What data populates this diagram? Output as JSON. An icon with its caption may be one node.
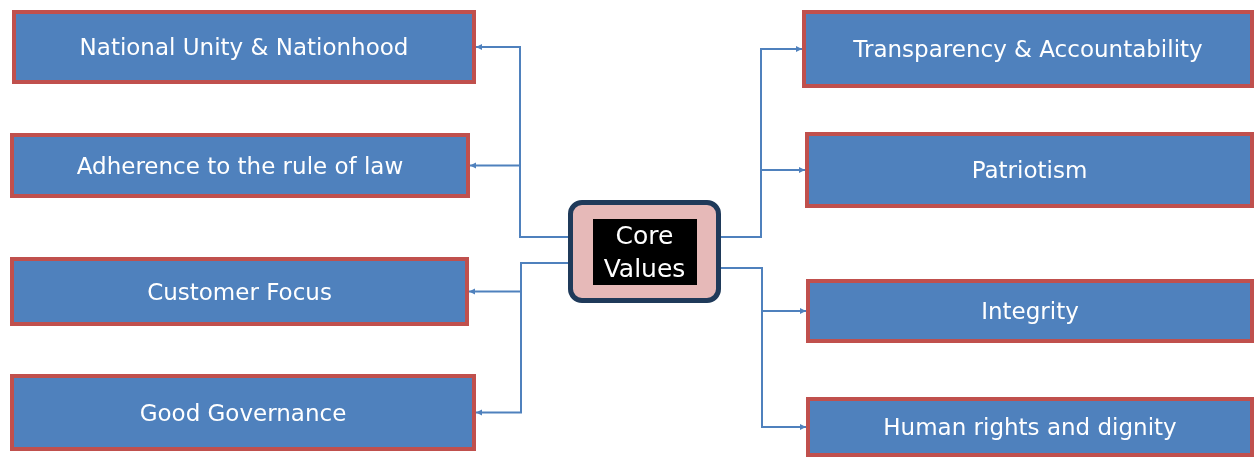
{
  "diagram": {
    "nodes": [
      {
        "text": [
          "Core Values"
        ]
      },
      {
        "text": [
          "National Unity & Nationhood"
        ]
      },
      {
        "text": [
          "Adherence to the rule of law"
        ]
      },
      {
        "text": [
          "Customer Focus"
        ]
      },
      {
        "text": [
          "Good Governance"
        ]
      },
      {
        "text": [
          "Transparency & Accountability"
        ]
      },
      {
        "text": [
          "Patriotism"
        ]
      },
      {
        "text": [
          "Integrity"
        ]
      },
      {
        "text": [
          "Human rights and dignity"
        ]
      }
    ],
    "edges": [
      {
        "from": 0,
        "to": 1,
        "arrow": "to"
      },
      {
        "from": 0,
        "to": 2,
        "arrow": "to"
      },
      {
        "from": 0,
        "to": 3,
        "arrow": "to"
      },
      {
        "from": 0,
        "to": 4,
        "arrow": "to"
      },
      {
        "from": 0,
        "to": 5,
        "arrow": "to"
      },
      {
        "from": 0,
        "to": 6,
        "arrow": "to"
      },
      {
        "from": 0,
        "to": 7,
        "arrow": "to"
      },
      {
        "from": 0,
        "to": 8,
        "arrow": "to"
      }
    ]
  }
}
